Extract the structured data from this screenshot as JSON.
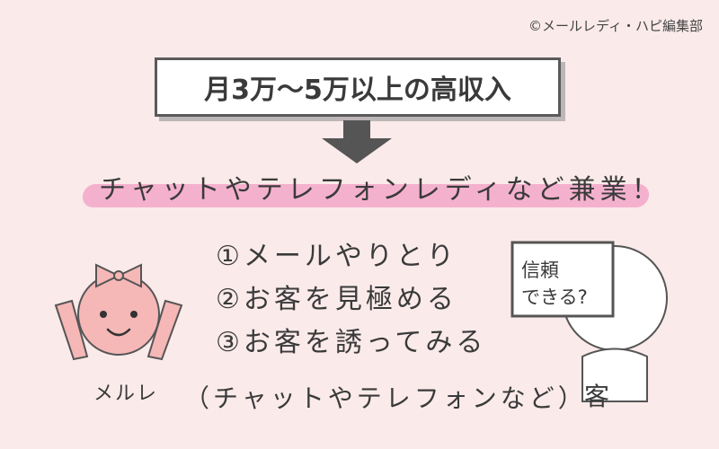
{
  "credit": "©メールレディ・ハピ編集部",
  "headline": "月3万〜5万以上の高収入",
  "subline": "チャットやテレフォンレディなど兼業！",
  "steps": [
    "①メールやりとり",
    "②お客を見極める",
    "③お客を誘ってみる"
  ],
  "note": "（チャットやテレフォンなど）",
  "mascot": {
    "name": "メルレ"
  },
  "customer": {
    "speech_line1": "信頼",
    "speech_line2": "できる?",
    "label": "客"
  },
  "colors": {
    "background": "#fbeaea",
    "highlight": "#f2a7c8",
    "mascot_face": "#f6b7b7",
    "bow": "#f6b7b7",
    "text": "#3a3a3a"
  }
}
